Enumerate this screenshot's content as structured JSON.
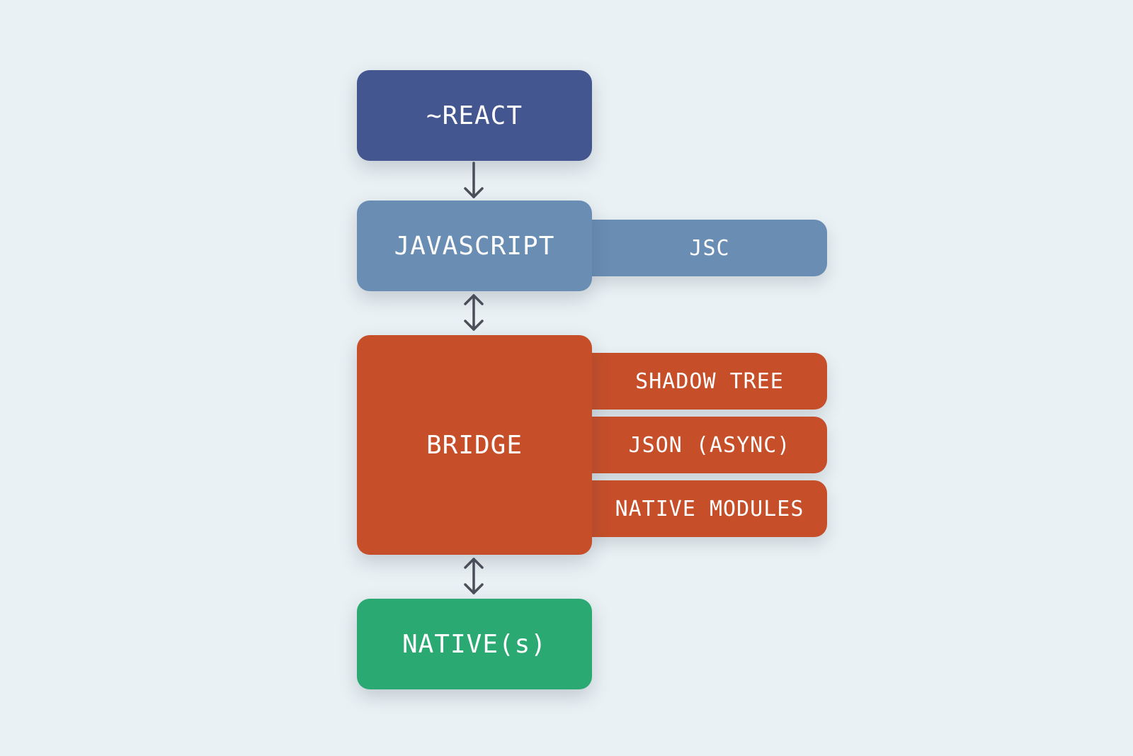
{
  "layers": {
    "react": "~REACT",
    "javascript": "JAVASCRIPT",
    "bridge": "BRIDGE",
    "native": "NATIVE(s)"
  },
  "side_panels": {
    "jsc": "JSC",
    "shadow_tree": "SHADOW TREE",
    "json_async": "JSON (ASYNC)",
    "native_modules": "NATIVE MODULES"
  },
  "colors": {
    "background": "#e9f1f4",
    "react": "#44568f",
    "javascript": "#6a8db3",
    "bridge": "#c64e28",
    "native": "#2aaa72",
    "arrow": "#4a4f5a",
    "text": "#ffffff"
  },
  "arrows": {
    "react_to_javascript": "arrow-down-icon",
    "javascript_bridge": "arrow-up-down-icon",
    "bridge_native": "arrow-up-down-icon"
  }
}
